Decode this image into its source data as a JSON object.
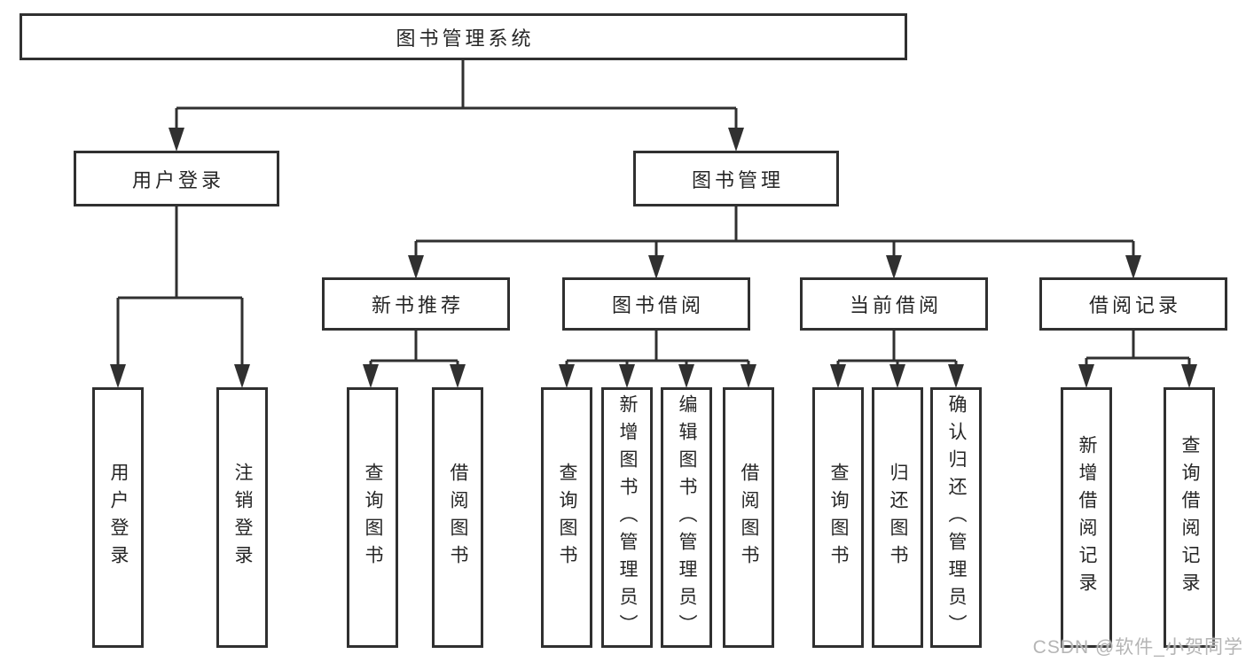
{
  "diagram": {
    "root": {
      "label": "图书管理系统"
    },
    "level2": [
      {
        "id": "user-login",
        "label": "用户登录"
      },
      {
        "id": "book-management",
        "label": "图书管理"
      }
    ],
    "level3": [
      {
        "id": "new-book-recommendation",
        "label": "新书推荐"
      },
      {
        "id": "book-borrowing",
        "label": "图书借阅"
      },
      {
        "id": "current-borrowing",
        "label": "当前借阅"
      },
      {
        "id": "borrowing-records",
        "label": "借阅记录"
      }
    ],
    "leaves": [
      {
        "label": "用户登录"
      },
      {
        "label": "注销登录"
      },
      {
        "label": "查询图书"
      },
      {
        "label": "借阅图书"
      },
      {
        "label": "查询图书"
      },
      {
        "label": "新增图书（管理员）"
      },
      {
        "label": "编辑图书（管理员）"
      },
      {
        "label": "借阅图书"
      },
      {
        "label": "查询图书"
      },
      {
        "label": "归还图书"
      },
      {
        "label": "确认归还（管理员）"
      },
      {
        "label": "新增借阅记录"
      },
      {
        "label": "查询借阅记录"
      }
    ]
  },
  "watermark": {
    "text": "CSDN @软件_小贺同学"
  },
  "colors": {
    "line": "#303030",
    "text": "#262626",
    "background": "#ffffff",
    "watermark": "#b5b5b5"
  }
}
